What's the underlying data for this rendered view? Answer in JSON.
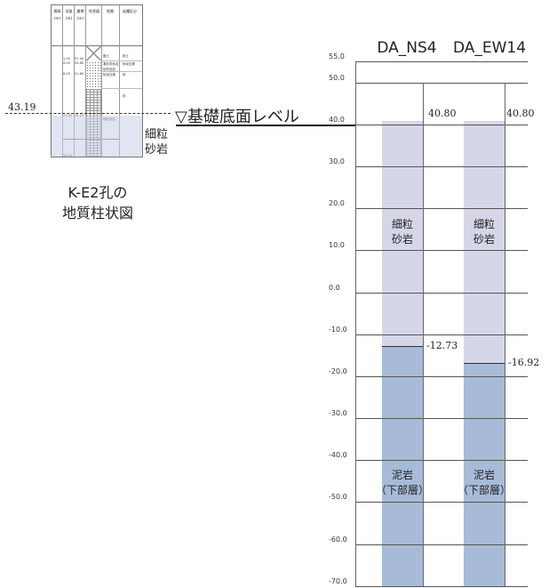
{
  "columns": [
    {
      "name": "DA_NS4",
      "top_value": "40.80",
      "boundary_value": "-12.73",
      "top_level": 40.8,
      "boundary_level": -12.73
    },
    {
      "name": "DA_EW14",
      "top_value": "40.80",
      "boundary_value": "-16.92",
      "top_level": 40.8,
      "boundary_level": -16.92
    }
  ],
  "upper_layer": {
    "line1": "細粒",
    "line2": "砂岩",
    "color": "#d5d7e9"
  },
  "lower_layer": {
    "line1": "泥岩",
    "line2": "（下部層）",
    "color": "#a7bbd9"
  },
  "axis": {
    "min": -70,
    "max": 55,
    "ticks": [
      "55.0",
      "50.0",
      "40.0",
      "30.0",
      "20.0",
      "10.0",
      "0.0",
      "-10.0",
      "-20.0",
      "-30.0",
      "-40.0",
      "-50.0",
      "-60.0",
      "-70.0"
    ]
  },
  "foundation": {
    "value": "43.19",
    "label": "▽基礎底面レベル"
  },
  "borehole": {
    "caption_line1": "K-E2孔の",
    "caption_line2": "地質柱状図",
    "rock_line1": "細粒",
    "rock_line2": "砂岩",
    "header_cols": [
      "標高",
      "深度",
      "層厚",
      "柱状図",
      "地層",
      "岩種区分"
    ],
    "units": [
      "(m)",
      "(m)",
      "(m)"
    ],
    "depths": [
      "1.00",
      "4.00",
      "8.00",
      "21.00",
      "29.00"
    ],
    "elevations": [
      "57.00",
      "55.80",
      "51.80",
      "43.19"
    ],
    "layer_names": [
      "盛土",
      "凝灰質砂岩",
      "砂質泥岩",
      "砂泥互層",
      "細粒砂岩"
    ],
    "class_labels": [
      "粘土",
      "砂泥互層",
      "砂",
      "砂"
    ]
  }
}
